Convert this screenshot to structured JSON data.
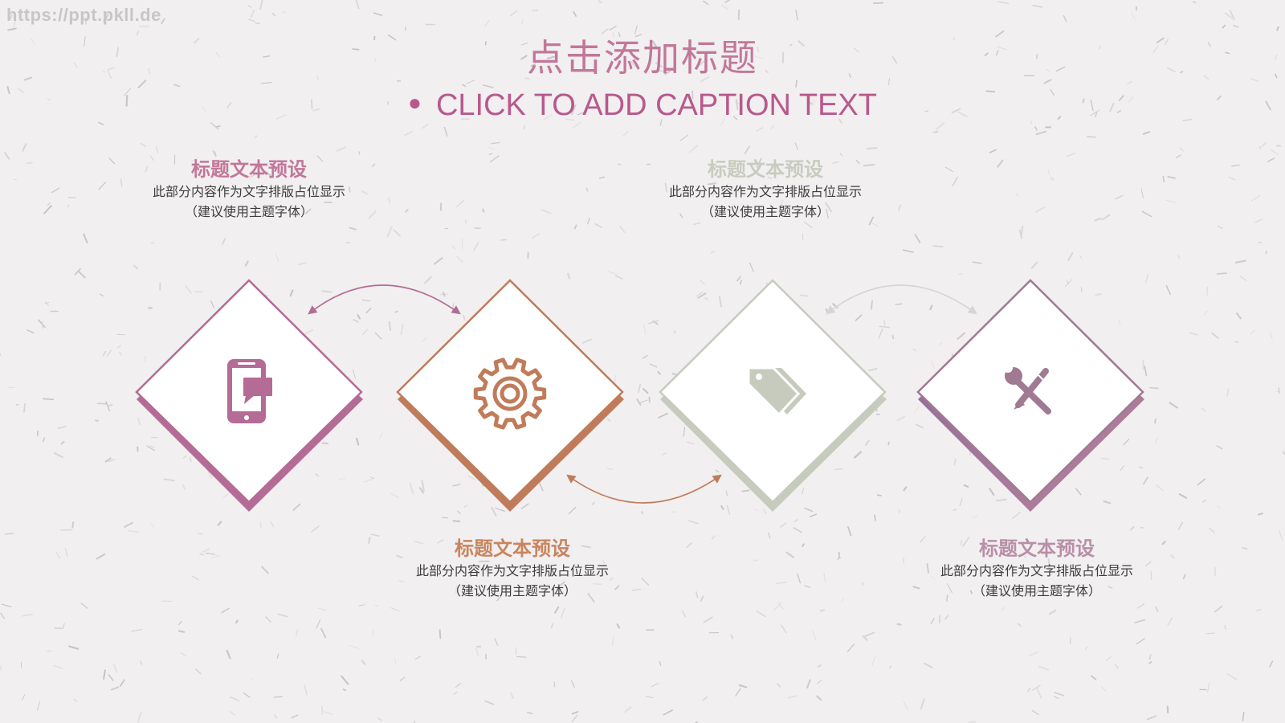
{
  "watermark": "https://ppt.pkll.de",
  "title": "点击添加标题",
  "caption": "CLICK TO ADD CAPTION TEXT",
  "colors": {
    "pink": "#b46b95",
    "orange": "#c07c5a",
    "sage": "#c6cbbd",
    "mauve": "#a07a92",
    "title": "#c27799",
    "caption": "#b8598c"
  },
  "steps": [
    {
      "heading": "标题文本预设",
      "desc": "此部分内容作为文字排版占位显示",
      "note": "（建议使用主题字体）",
      "icon": "mobile-chat-icon",
      "color": "#b46b95"
    },
    {
      "heading": "标题文本预设",
      "desc": "此部分内容作为文字排版占位显示",
      "note": "（建议使用主题字体）",
      "icon": "gear-icon",
      "color": "#c07c5a"
    },
    {
      "heading": "标题文本预设",
      "desc": "此部分内容作为文字排版占位显示",
      "note": "（建议使用主题字体）",
      "icon": "tags-icon",
      "color": "#c6cbbd"
    },
    {
      "heading": "标题文本预设",
      "desc": "此部分内容作为文字排版占位显示",
      "note": "（建议使用主题字体）",
      "icon": "tools-icon",
      "color": "#a07a92"
    }
  ]
}
